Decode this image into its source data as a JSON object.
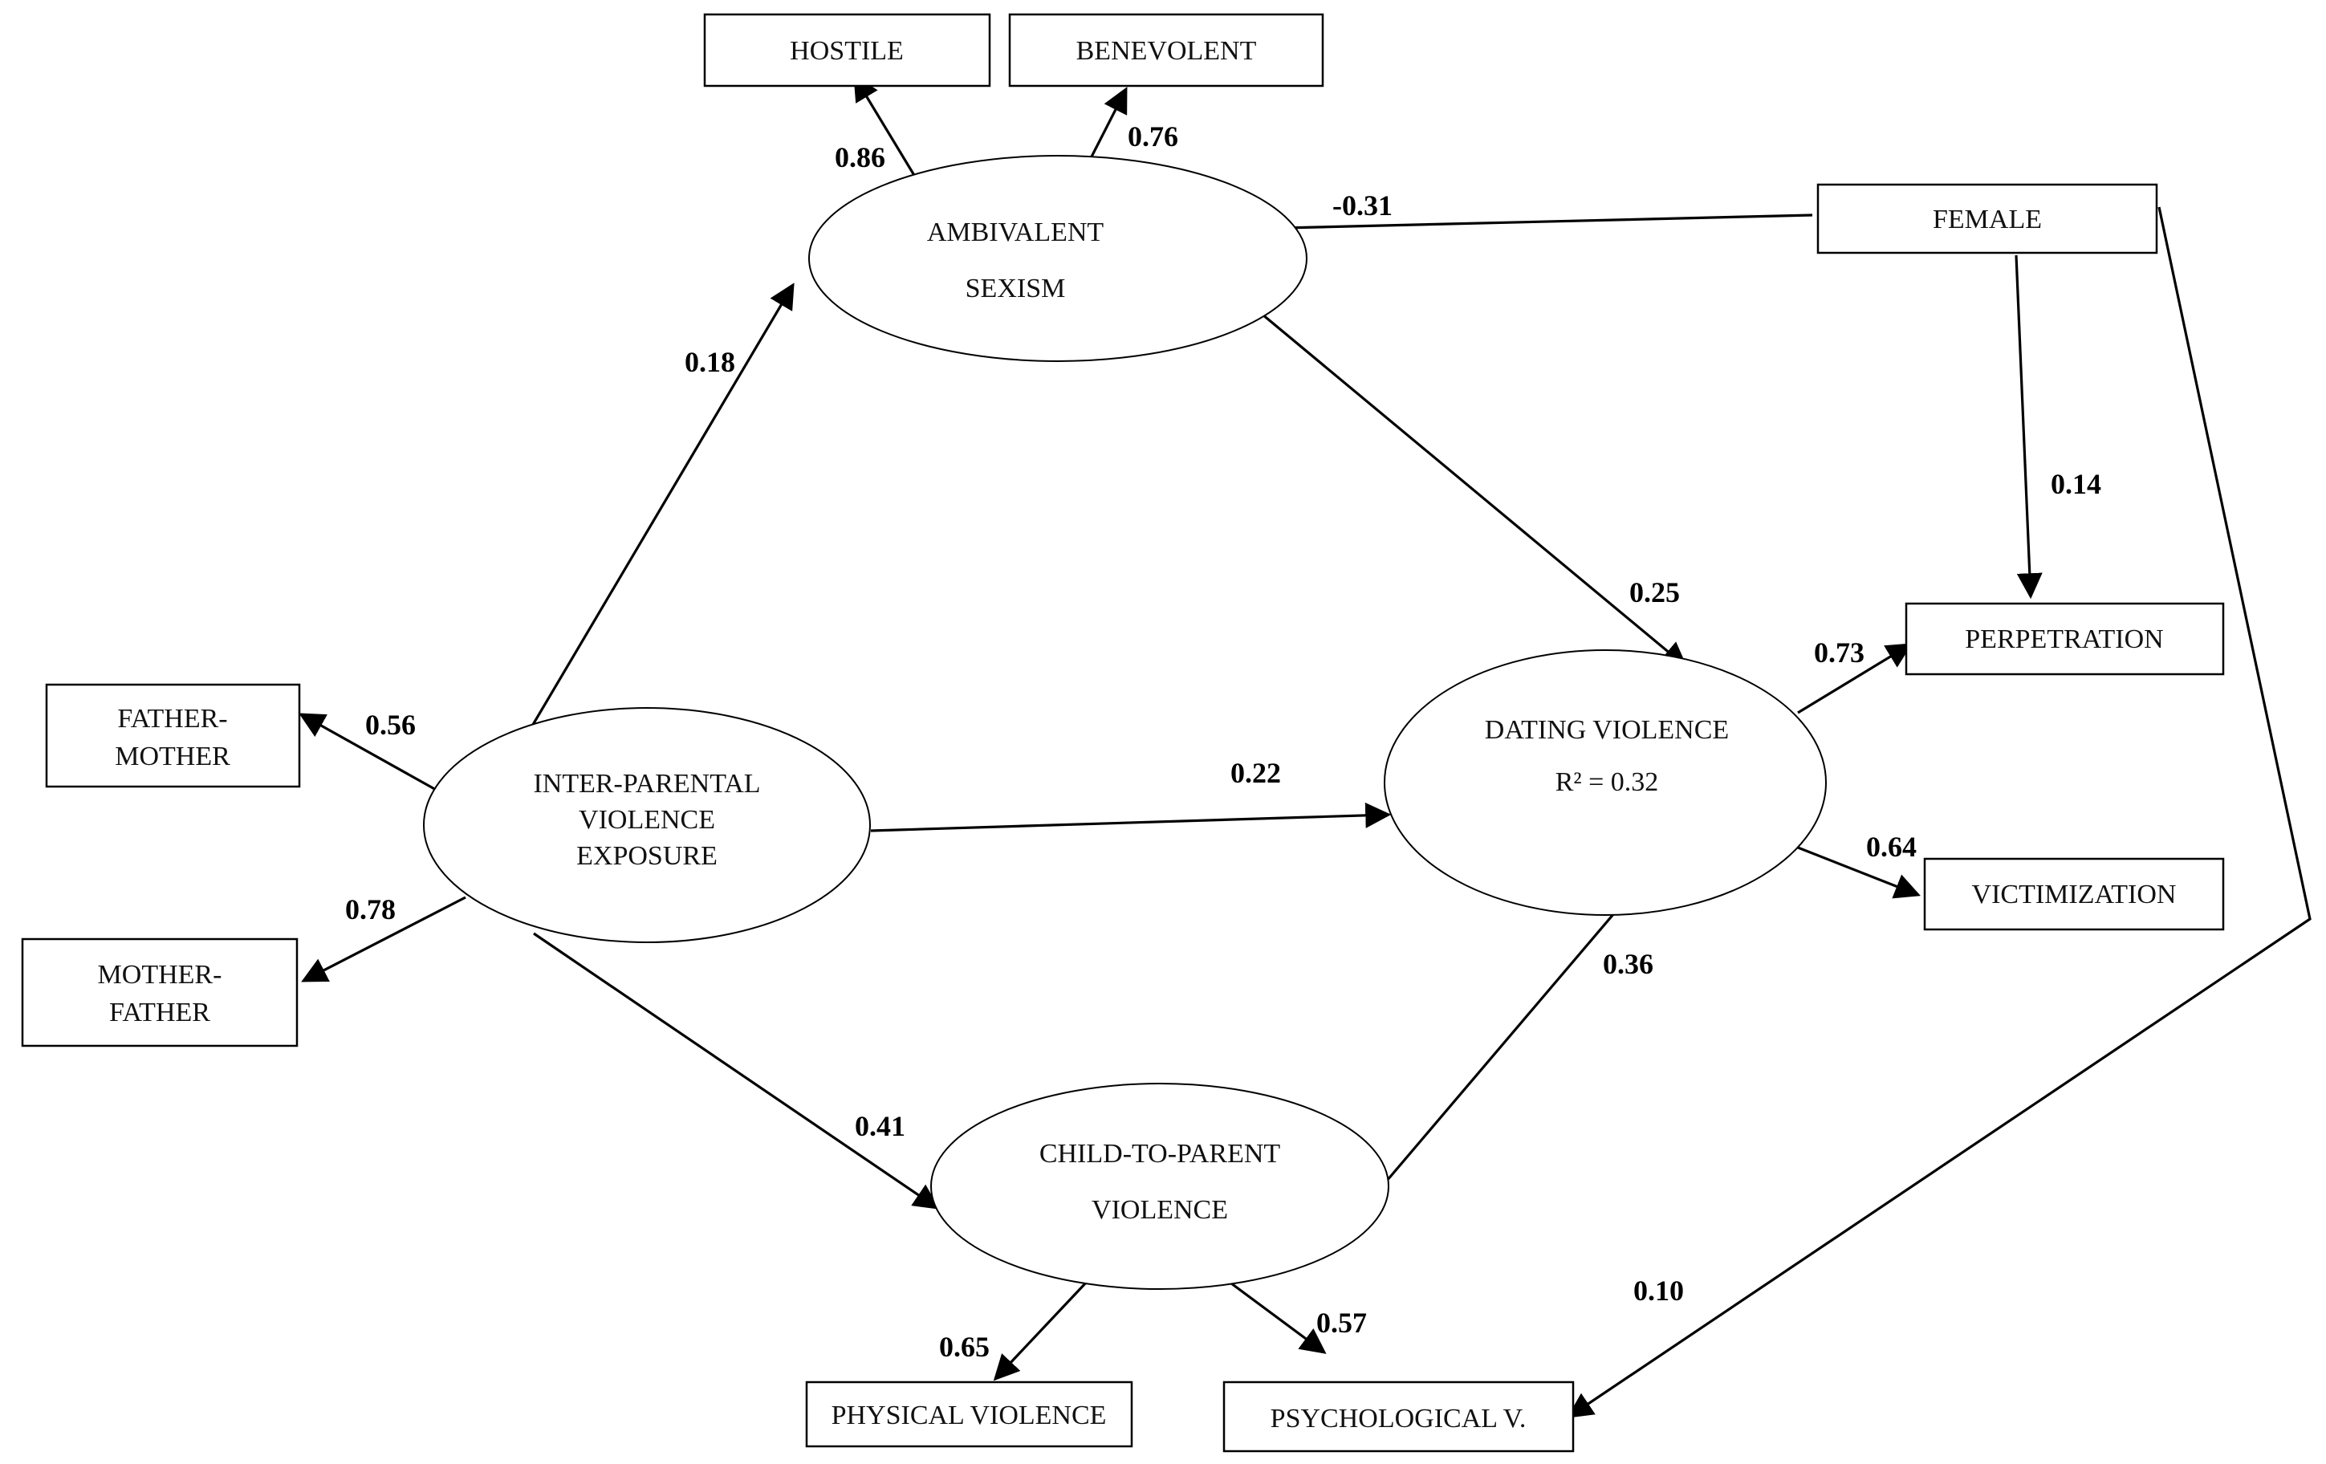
{
  "nodes": {
    "hostile": "HOSTILE",
    "benevolent": "BENEVOLENT",
    "ambivalent_1": "AMBIVALENT",
    "ambivalent_2": "SEXISM",
    "female": "FEMALE",
    "perpetration": "PERPETRATION",
    "father_mother_1": "FATHER-",
    "father_mother_2": "MOTHER",
    "mother_father_1": "MOTHER-",
    "mother_father_2": "FATHER",
    "ipv_1": "INTER-PARENTAL",
    "ipv_2": "VIOLENCE",
    "ipv_3": "EXPOSURE",
    "dating_1": "DATING VIOLENCE",
    "dating_2": "R² = 0.32",
    "victimization": "VICTIMIZATION",
    "cpv_1": "CHILD-TO-PARENT",
    "cpv_2": "VIOLENCE",
    "physical": "PHYSICAL VIOLENCE",
    "psychological": "PSYCHOLOGICAL V."
  },
  "coefficients": {
    "as_hostile": "0.86",
    "as_benevolent": "0.76",
    "female_as": "-0.31",
    "ipv_as": "0.18",
    "female_perp": "0.14",
    "as_dv": "0.25",
    "dv_perp": "0.73",
    "ipv_fm": "0.56",
    "ipv_dv": "0.22",
    "dv_vict": "0.64",
    "ipv_mf": "0.78",
    "cpv_dv": "0.36",
    "ipv_cpv": "0.41",
    "female_psych": "0.10",
    "cpv_phys": "0.65",
    "cpv_psych": "0.57"
  }
}
